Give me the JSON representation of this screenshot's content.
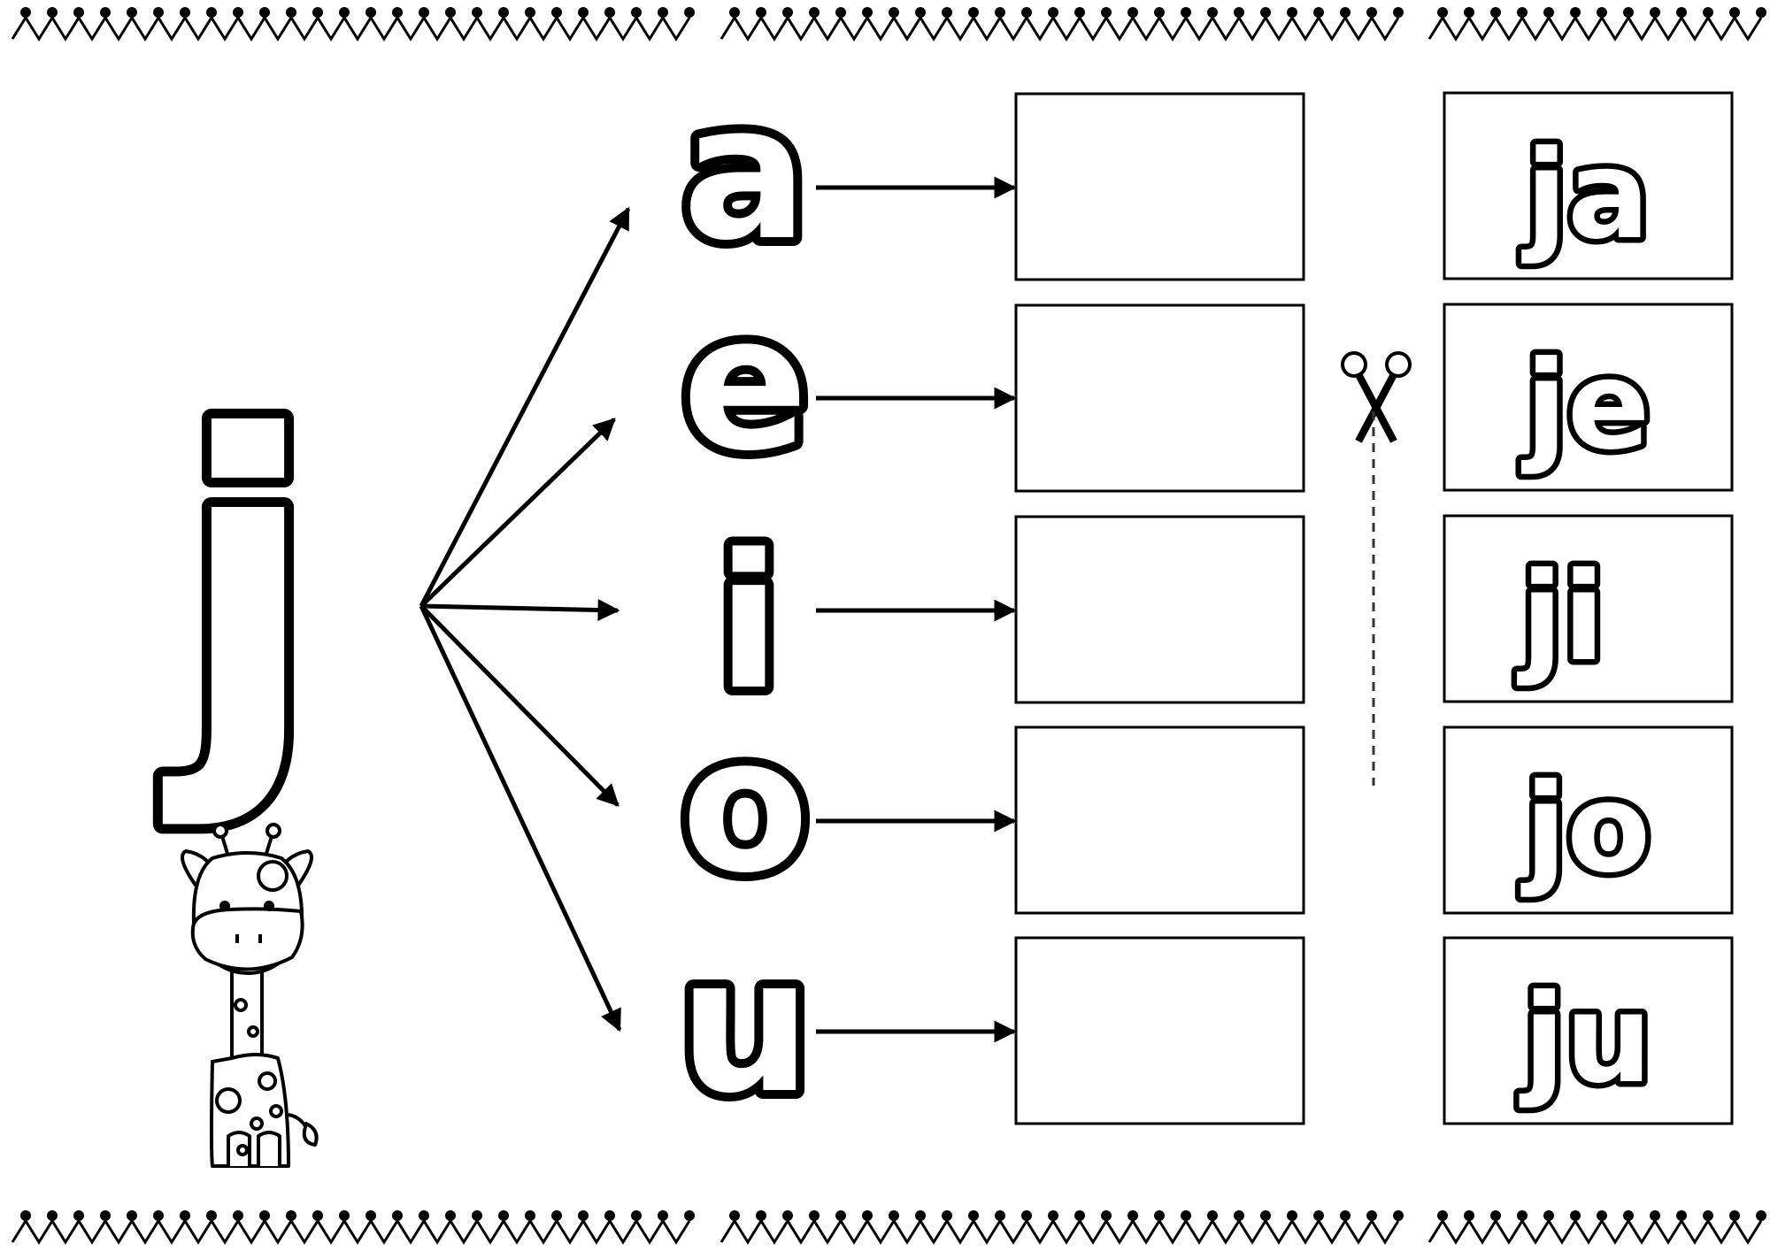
{
  "worksheet": {
    "main_letter": "j",
    "vowels": [
      "a",
      "e",
      "i",
      "o",
      "u"
    ],
    "syllables": [
      "ja",
      "je",
      "ji",
      "jo",
      "ju"
    ],
    "icons": {
      "cut": "scissors-icon",
      "mascot": "giraffe-icon"
    },
    "colors": {
      "ink": "#000000",
      "paper": "#ffffff"
    }
  }
}
